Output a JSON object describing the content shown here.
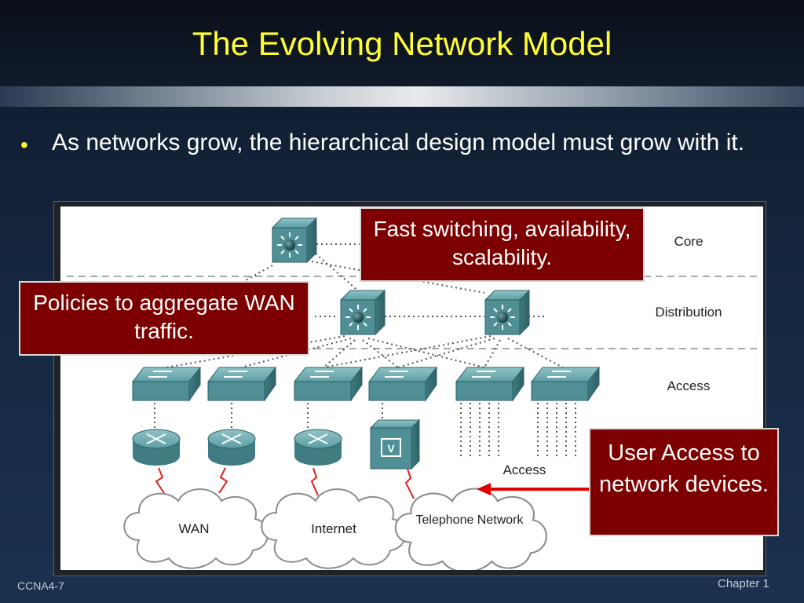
{
  "slide": {
    "title": "The Evolving Network Model",
    "bullet": "As networks grow, the hierarchical design model must grow with it.",
    "footer_left": "CCNA4-7",
    "footer_right": "Chapter 1"
  },
  "diagram": {
    "layers": [
      "Core",
      "Distribution",
      "Access"
    ],
    "lower_label": "Access",
    "clouds": [
      "WAN",
      "Internet",
      "Telephone Network"
    ]
  },
  "callouts": {
    "core": "Fast switching, availability, scalability.",
    "distribution": "Policies to aggregate WAN traffic.",
    "user_access": "User Access to network devices."
  },
  "colors": {
    "title": "#ffff33",
    "callout_fill": "#7c0000",
    "arrow": "#e00000",
    "device": "#4f8f95"
  },
  "icons": [
    "multilayer-switch-icon",
    "workgroup-switch-icon",
    "router-icon",
    "voice-gateway-icon",
    "cloud-icon",
    "lightning-link-icon"
  ]
}
